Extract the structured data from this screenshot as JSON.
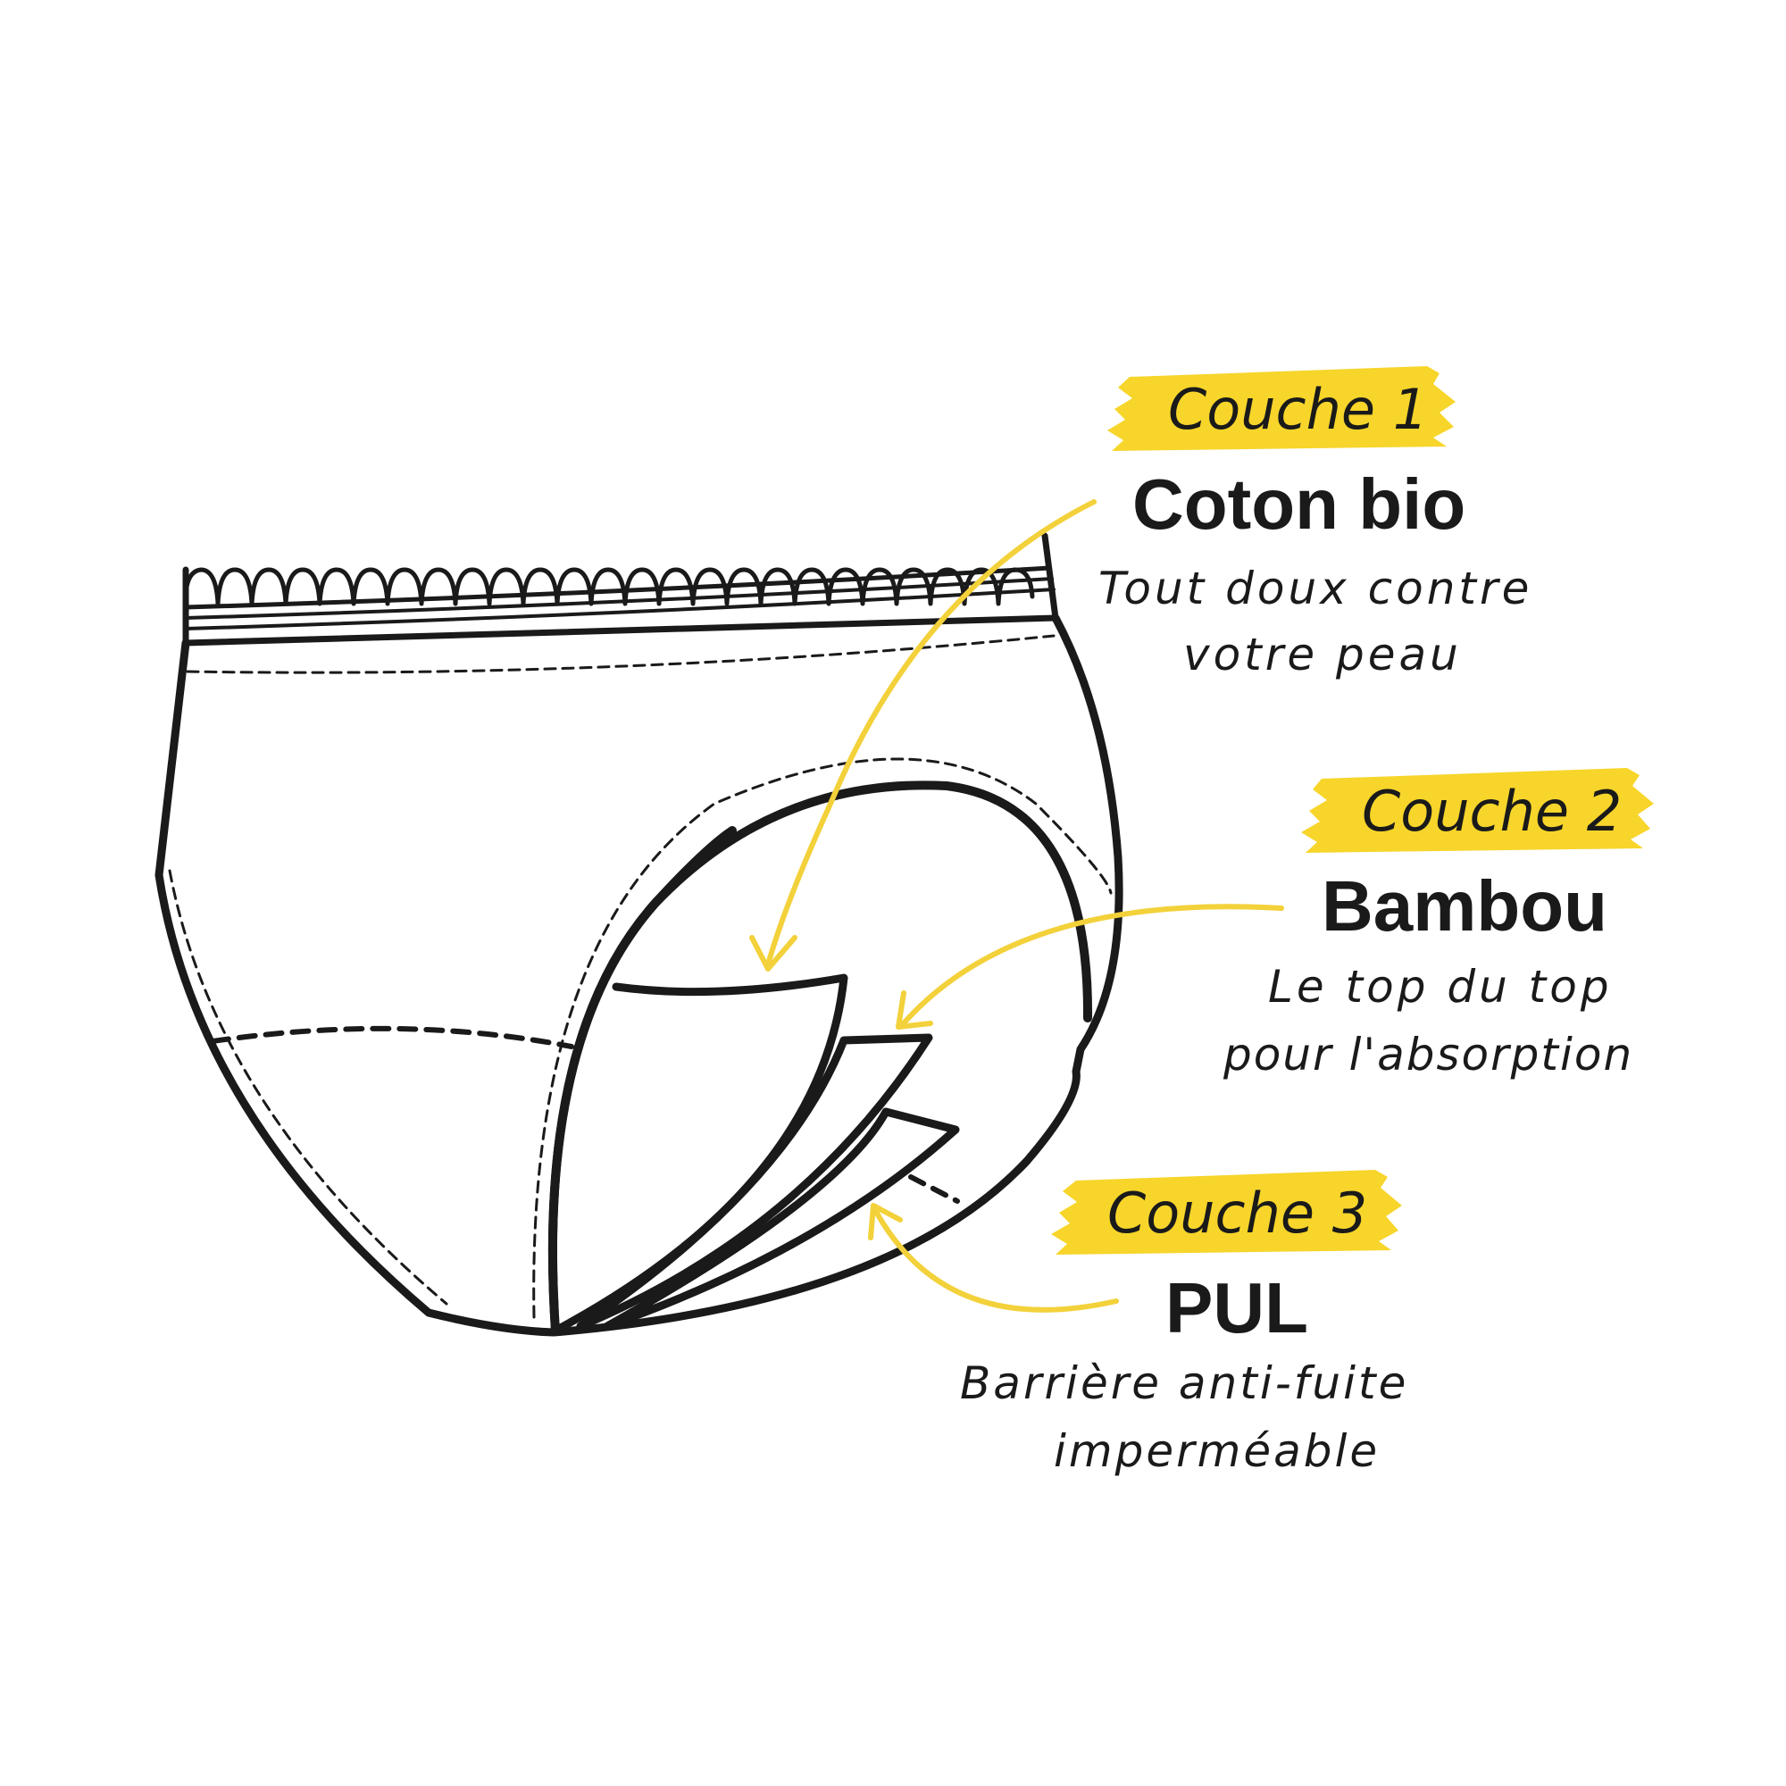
{
  "colors": {
    "background": "#ffffff",
    "outline": "#1a1a1a",
    "accent_yellow": "#f7d52a",
    "arrow_yellow": "#f3d13a"
  },
  "layers": [
    {
      "badge": "Couche 1",
      "title": "Coton bio",
      "description_line1": "Tout doux contre",
      "description_line2": "votre peau"
    },
    {
      "badge": "Couche 2",
      "title": "Bambou",
      "description_line1": "Le top du top",
      "description_line2": "pour l'absorption"
    },
    {
      "badge": "Couche 3",
      "title": "PUL",
      "description_line1": "Barrière anti-fuite",
      "description_line2": "imperméable"
    }
  ]
}
